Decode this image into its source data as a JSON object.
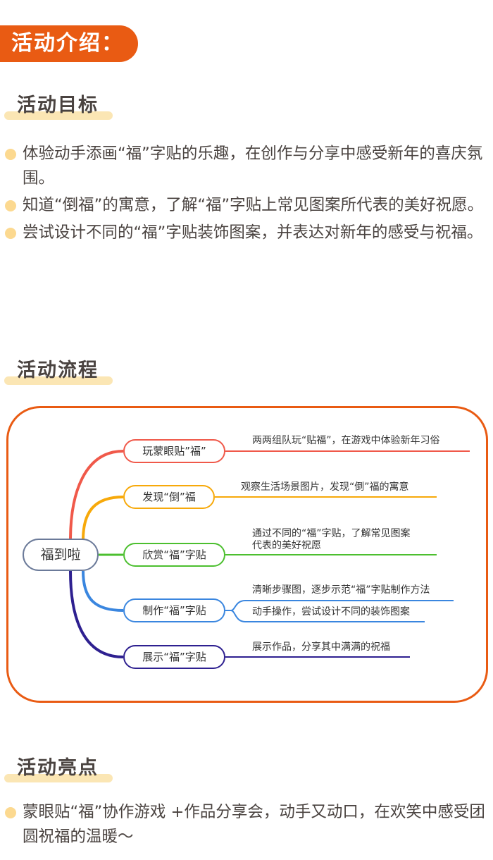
{
  "banner": {
    "title": "活动介绍："
  },
  "sections": {
    "goals": {
      "heading": "活动目标",
      "items": [
        "体验动手添画“福”字贴的乐趣，在创作与分享中感受新年的喜庆氛围。",
        "知道“倒福”的寓意，了解“福”字贴上常见图案所代表的美好祝愿。",
        "尝试设计不同的“福”字贴装饰图案，并表达对新年的感受与祝福。"
      ]
    },
    "process": {
      "heading": "活动流程",
      "mindmap": {
        "root": "福到啦",
        "branches": [
          {
            "label": "玩蒙眼贴”福”",
            "color": "#f0594a",
            "details": [
              "两两组队玩“贴福”，在游戏中体验新年习俗"
            ]
          },
          {
            "label": "发现“倒”福",
            "color": "#f7a90a",
            "details": [
              "观察生活场景图片，发现“倒”福的寓意"
            ]
          },
          {
            "label": "欣赏“福”字贴",
            "color": "#4cbf2f",
            "details": [
              "通过不同的“福”字贴，了解常见图案",
              "代表的美好祝愿"
            ]
          },
          {
            "label": "制作“福”字贴",
            "color": "#3a86df",
            "details": [
              "清晰步骤图，逐步示范“福”字贴制作方法",
              "动手操作，尝试设计不同的装饰图案"
            ]
          },
          {
            "label": "展示“福”字贴",
            "color": "#2e2090",
            "details": [
              "展示作品，分享其中满满的祝福"
            ]
          }
        ]
      }
    },
    "highlights": {
      "heading": "活动亮点",
      "items": [
        "蒙眼贴“福”协作游戏 +作品分享会，动手又动口，在欢笑中感受团圆祝福的温暖～"
      ]
    }
  },
  "colors": {
    "accent": "#e95b13",
    "heading_highlight": "#fbe6b4",
    "bullet": "#fcd990",
    "text": "#4a4340"
  }
}
